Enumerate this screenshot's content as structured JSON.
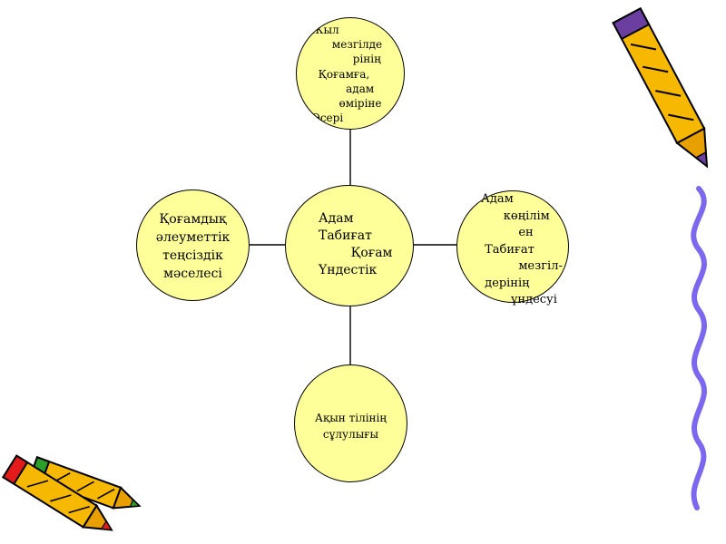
{
  "diagram": {
    "type": "mind-map",
    "colors": {
      "node_fill": "#FFFF99",
      "node_border": "#000000",
      "connector": "#000000"
    },
    "center": {
      "text": "Адам\nТабиғат\n        Қоғам\nҮндестік"
    },
    "top": {
      "text": "Жыл\n      мезгілде\n            рінің\n  Қоғамға,\n          адам\n        өміріне\nӘсері"
    },
    "left": {
      "text": "Қоғамдық\nәлеуметтік\nтеңсіздік\nмәселесі"
    },
    "right": {
      "text": "Адам\n      көңілім\n          ен\n Табиғат\n          мезгіл-\n дерінің\n        үндесуі"
    },
    "bottom": {
      "text": "Ақын тілінің\nсұлулығы"
    }
  },
  "decorations": {
    "icons": [
      "crayon-icon",
      "crayon-pair-icon",
      "wavy-line-icon"
    ],
    "colors": {
      "crayon_body": "#F6B800",
      "crayon_tip_purple": "#6B3FA0",
      "crayon_red": "#E31B1B",
      "crayon_green": "#2AA02A",
      "wave": "#7B68EE"
    }
  }
}
